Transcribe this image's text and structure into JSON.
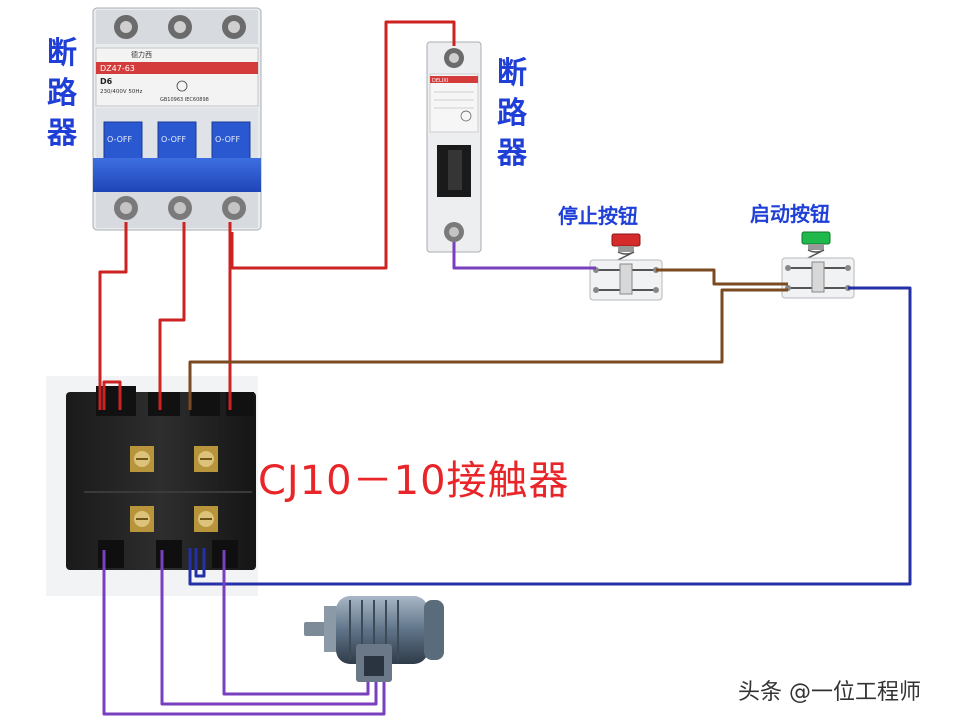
{
  "labels": {
    "breaker_left": [
      "断",
      "路",
      "器"
    ],
    "breaker_right": [
      "断",
      "路",
      "器"
    ],
    "stop_button": "停止按钮",
    "start_button": "启动按钮",
    "contactor": "CJ10－10接触器",
    "watermark": "头条 @一位工程师"
  },
  "breaker3p": {
    "brand": "德力西",
    "model": "DZ47-63",
    "rating": "D6",
    "spec": "230/400V 50Hz",
    "std": "GB10963 IEC60898",
    "off": "O-OFF"
  },
  "breaker1p": {
    "brand": "DELIXI"
  },
  "colors": {
    "wire_red": "#cc2222",
    "wire_purple": "#7a3fbf",
    "wire_brown": "#7a4a20",
    "wire_blue": "#2430a8",
    "label_blue": "#1f3fd6",
    "label_red": "#e8262a"
  }
}
